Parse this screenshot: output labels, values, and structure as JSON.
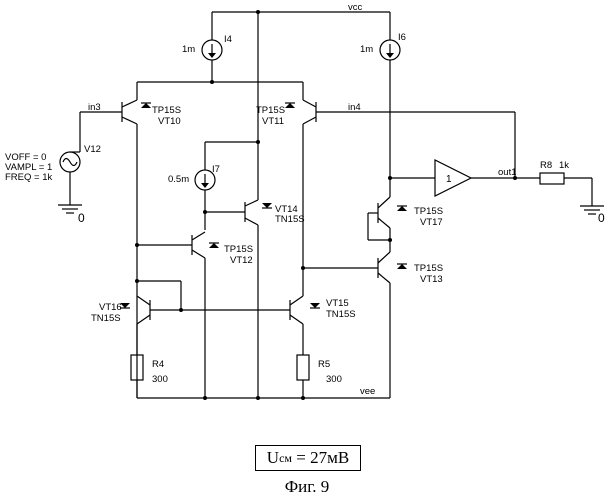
{
  "net_labels": {
    "vcc": "vcc",
    "vee": "vee",
    "in3": "in3",
    "in4": "in4",
    "out1": "out1"
  },
  "sources": {
    "i4": {
      "name": "I4",
      "value": "1m"
    },
    "i6": {
      "name": "I6",
      "value": "1m"
    },
    "i7": {
      "name": "I7",
      "value": "0.5m"
    },
    "v12": {
      "name": "V12",
      "voff": "VOFF = 0",
      "vampl": "VAMPL = 1",
      "freq": "FREQ = 1k"
    }
  },
  "transistors": {
    "vt10": {
      "model": "TP15S",
      "name": "VT10"
    },
    "vt11": {
      "model": "TP15S",
      "name": "VT11"
    },
    "vt12": {
      "model": "TP15S",
      "name": "VT12"
    },
    "vt13": {
      "model": "TP15S",
      "name": "VT13"
    },
    "vt14": {
      "model": "TN15S",
      "name": "VT14"
    },
    "vt15": {
      "model": "TN15S",
      "name": "VT15"
    },
    "vt16": {
      "model": "TN15S",
      "name": "VT16"
    },
    "vt17": {
      "model": "TP15S",
      "name": "VT17"
    }
  },
  "resistors": {
    "r4": {
      "name": "R4",
      "value": "300"
    },
    "r5": {
      "name": "R5",
      "value": "300"
    },
    "r8": {
      "name": "R8",
      "value": "1k"
    }
  },
  "buffer": {
    "gain": "1"
  },
  "ground_label": "0",
  "result": {
    "symbol": "U",
    "subscript": "см",
    "value": "= 27мВ"
  },
  "caption": "Фиг. 9"
}
